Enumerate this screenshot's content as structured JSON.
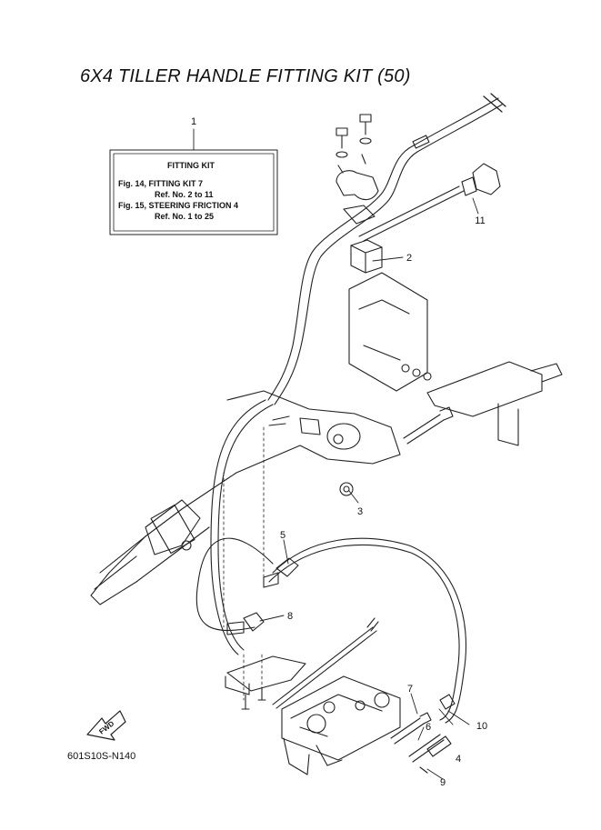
{
  "title": "6X4 TILLER HANDLE FITTING KIT (50)",
  "fitting_box": {
    "heading": "FITTING KIT",
    "lines": [
      "Fig. 14, FITTING KIT 7",
      "Ref. No. 2 to 11",
      "Fig. 15, STEERING FRICTION 4",
      "Ref. No. 1 to 25"
    ]
  },
  "callouts": {
    "c1": "1",
    "c2": "2",
    "c3": "3",
    "c4": "4",
    "c5": "5",
    "c6": "6",
    "c7": "7",
    "c8": "8",
    "c9": "9",
    "c10": "10",
    "c11": "11"
  },
  "fwd_label": "FWD",
  "diagram_code": "601S10S-N140"
}
